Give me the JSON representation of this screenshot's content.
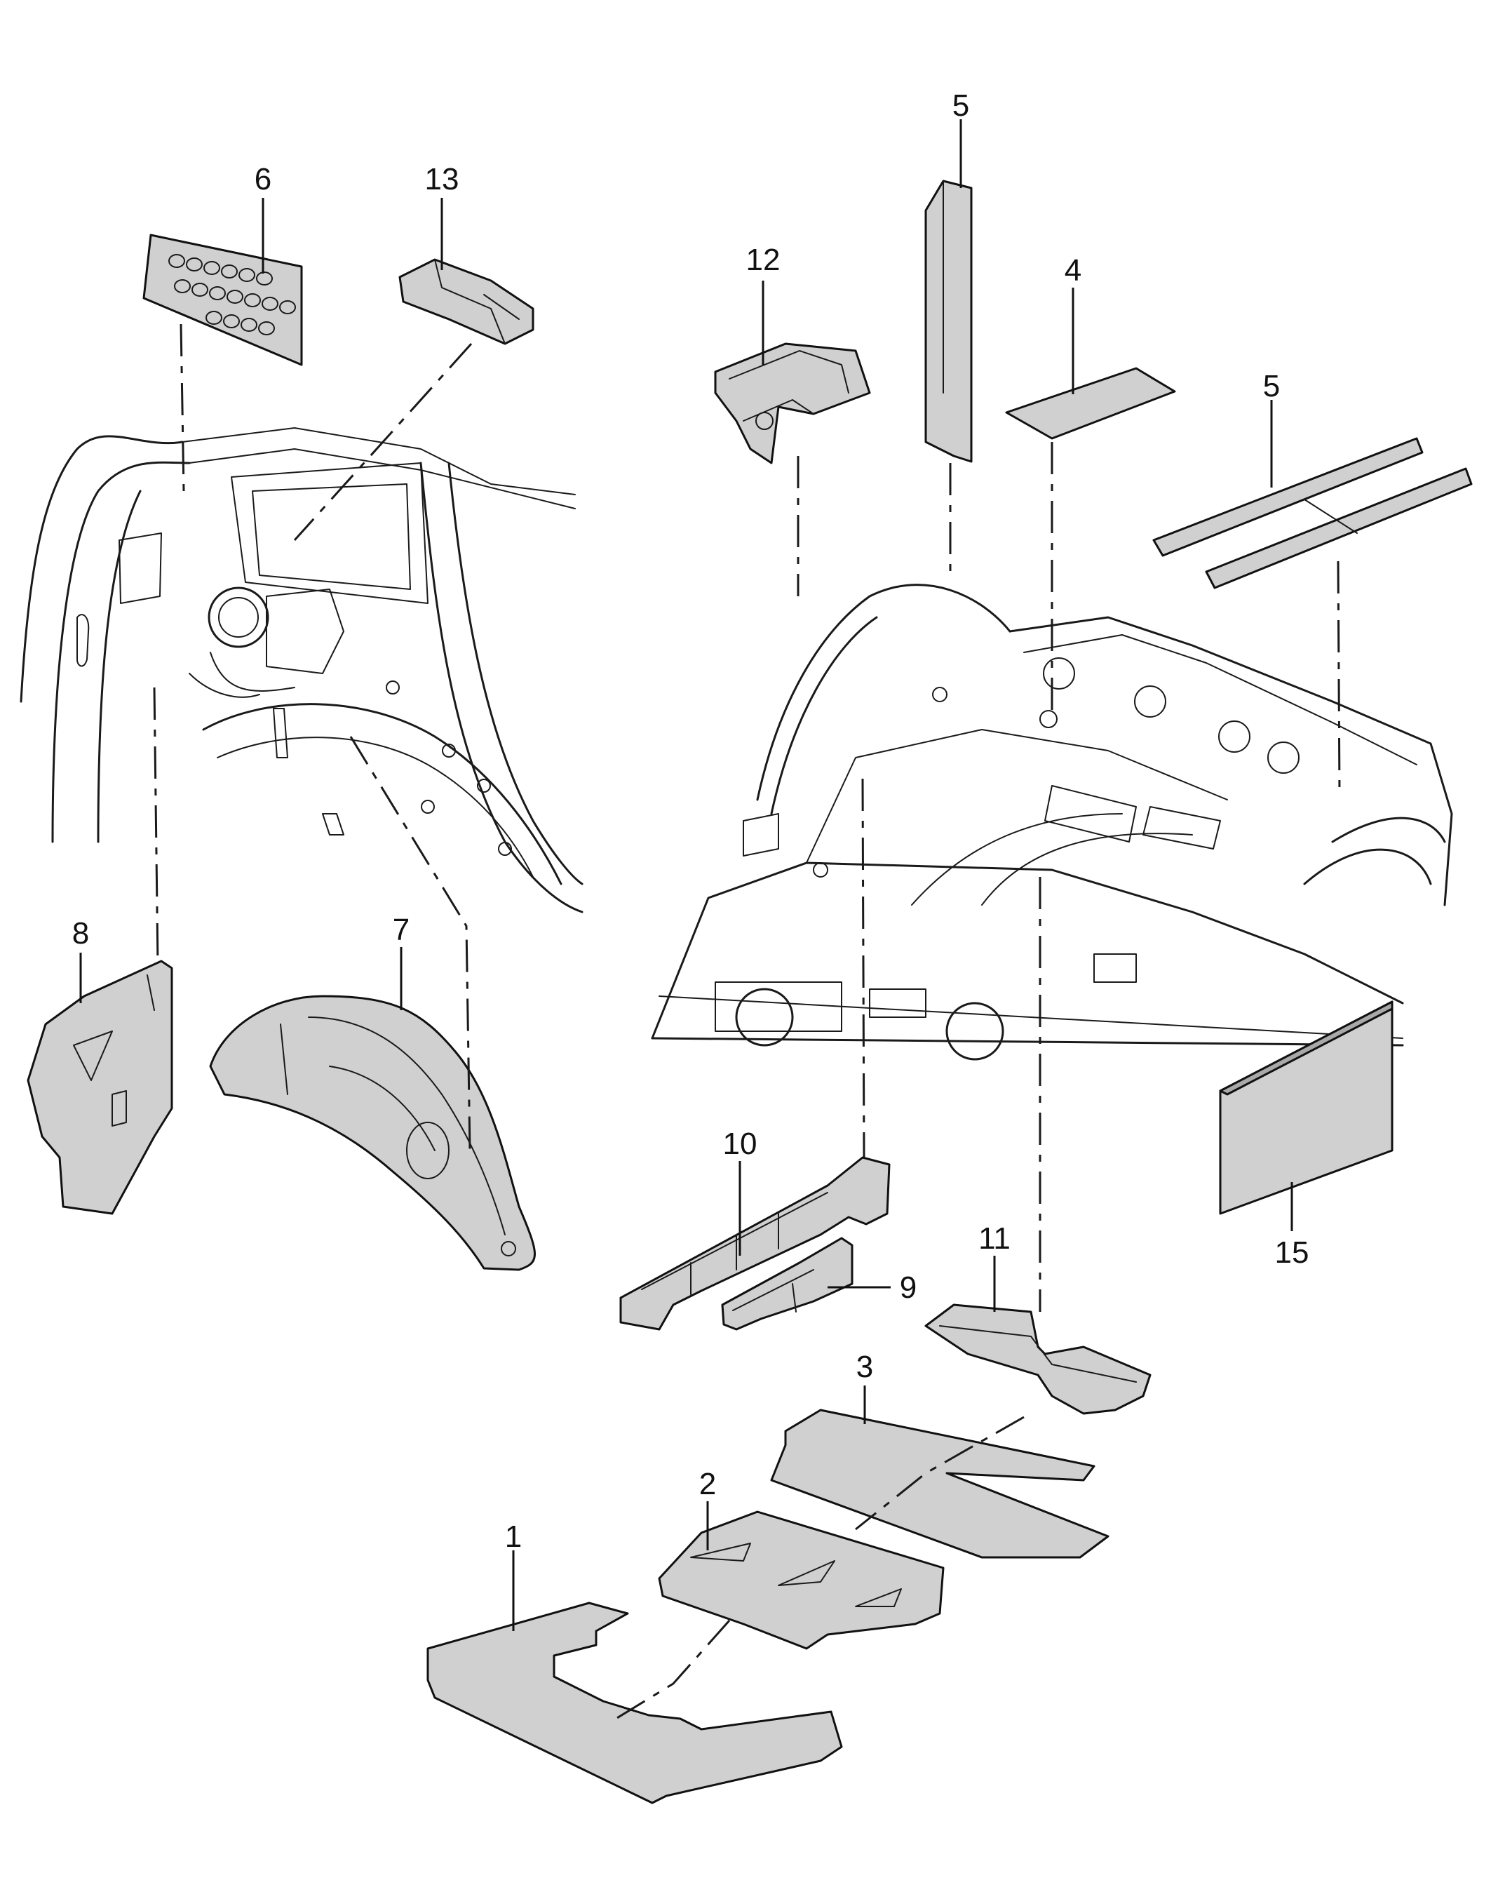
{
  "callouts": [
    {
      "id": "1",
      "text": "1"
    },
    {
      "id": "2",
      "text": "2"
    },
    {
      "id": "3",
      "text": "3"
    },
    {
      "id": "4",
      "text": "4"
    },
    {
      "id": "5a",
      "text": "5"
    },
    {
      "id": "5b",
      "text": "5"
    },
    {
      "id": "6",
      "text": "6"
    },
    {
      "id": "7",
      "text": "7"
    },
    {
      "id": "8",
      "text": "8"
    },
    {
      "id": "9",
      "text": "9"
    },
    {
      "id": "10",
      "text": "10"
    },
    {
      "id": "11",
      "text": "11"
    },
    {
      "id": "12",
      "text": "12"
    },
    {
      "id": "13",
      "text": "13"
    },
    {
      "id": "15",
      "text": "15"
    }
  ]
}
